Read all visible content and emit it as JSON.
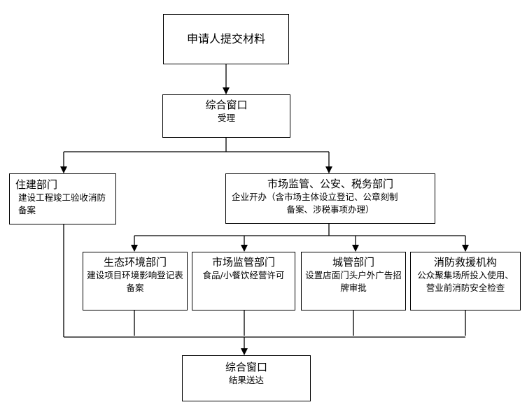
{
  "flowchart": {
    "submit": {
      "title": "申请人提交材料"
    },
    "window_accept": {
      "title": "综合窗口",
      "sub": "受理"
    },
    "housing": {
      "title": "住建部门",
      "sub": "建设工程竣工验收消防备案"
    },
    "market_security_tax": {
      "title": "市场监管、公安、税务部门",
      "sub_line1": "企业开办（含市场主体设立登记、公章刻制",
      "sub_line2": "备案、涉税事项办理）"
    },
    "eco_env": {
      "title": "生态环境部门",
      "sub": "建设项目环境影响登记表备案"
    },
    "market_food": {
      "title": "市场监管部门",
      "sub": "食品/小餐饮经营许可"
    },
    "city_mgmt": {
      "title": "城管部门",
      "sub": "设置店面门头户外广告招牌审批"
    },
    "fire_rescue": {
      "title": "消防救援机构",
      "sub": "公众聚集场所投入使用、营业前消防安全检查"
    },
    "window_result": {
      "title": "综合窗口",
      "sub": "结果送达"
    }
  }
}
